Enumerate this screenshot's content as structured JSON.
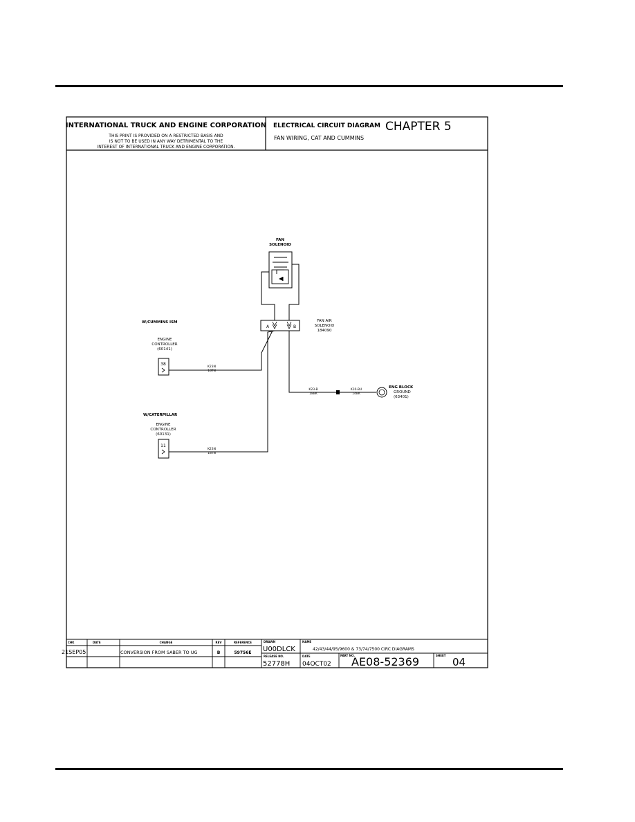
{
  "title_block": {
    "company": "INTERNATIONAL TRUCK AND ENGINE CORPORATION",
    "restriction_1": "THIS PRINT IS PROVIDED ON A RESTRICTED BASIS AND",
    "restriction_2": "IS NOT TO BE USED IN ANY WAY DETRIMENTAL TO THE",
    "restriction_3": "INTEREST OF INTERNATIONAL TRUCK AND ENGINE CORPORATION.",
    "diagram_type": "ELECTRICAL CIRCUIT DIAGRAM",
    "chapter": "CHAPTER 5",
    "subtitle": "FAN WIRING, CAT AND CUMMINS"
  },
  "diagram": {
    "fan_solenoid_label_1": "FAN",
    "fan_solenoid_label_2": "SOLENOID",
    "fan_air_label_1": "FAN AIR",
    "fan_air_label_2": "SOLENOID",
    "fan_air_part": "184090",
    "pin_a": "A",
    "pin_b": "B",
    "cummins_section": "W/CUMMINS ISM",
    "cummins_ctrl_1": "ENGINE",
    "cummins_ctrl_2": "CONTROLLER",
    "cummins_ctrl_part": "(60141)",
    "cummins_pin": "38",
    "cummins_wire_1": "K23N",
    "cummins_wire_2": "18TN",
    "cat_section": "W/CATERPILLAR",
    "cat_ctrl_1": "ENGINE",
    "cat_ctrl_2": "CONTROLLER",
    "cat_ctrl_part": "(60131)",
    "cat_pin": "11",
    "cat_wire_1": "K23N",
    "cat_wire_2": "18TN",
    "ground_wire_a1": "K23-B",
    "ground_wire_a2": "18BK",
    "ground_wire_b1": "K10-BU",
    "ground_wire_b2": "14BK",
    "ground_label_1": "ENG BLOCK",
    "ground_label_2": "GROUND",
    "ground_part": "(63401)"
  },
  "revision_block": {
    "headers": {
      "chk": "CHK",
      "date": "DATE",
      "change": "CHANGE",
      "rev": "REV",
      "reference": "REFERENCE",
      "drawn": "DRAWN",
      "name": "NAME",
      "release_no": "RELEASE NO.",
      "date2": "DATE",
      "part_no": "PART NO.",
      "sheet": "SHEET"
    },
    "row1": {
      "chk": "",
      "date": "21SEP05",
      "change": "CONVERSION FROM SABER TO UG",
      "rev": "B",
      "reference": "59756E"
    },
    "drawn_value": "U00DLCK",
    "name_value": "42/43/44/95/9600 & 73/74/7500 CIRC DIAGRAMS",
    "release_value": "52778H",
    "date_value": "04OCT02",
    "part_value": "AE08-52369",
    "sheet_value": "04"
  }
}
